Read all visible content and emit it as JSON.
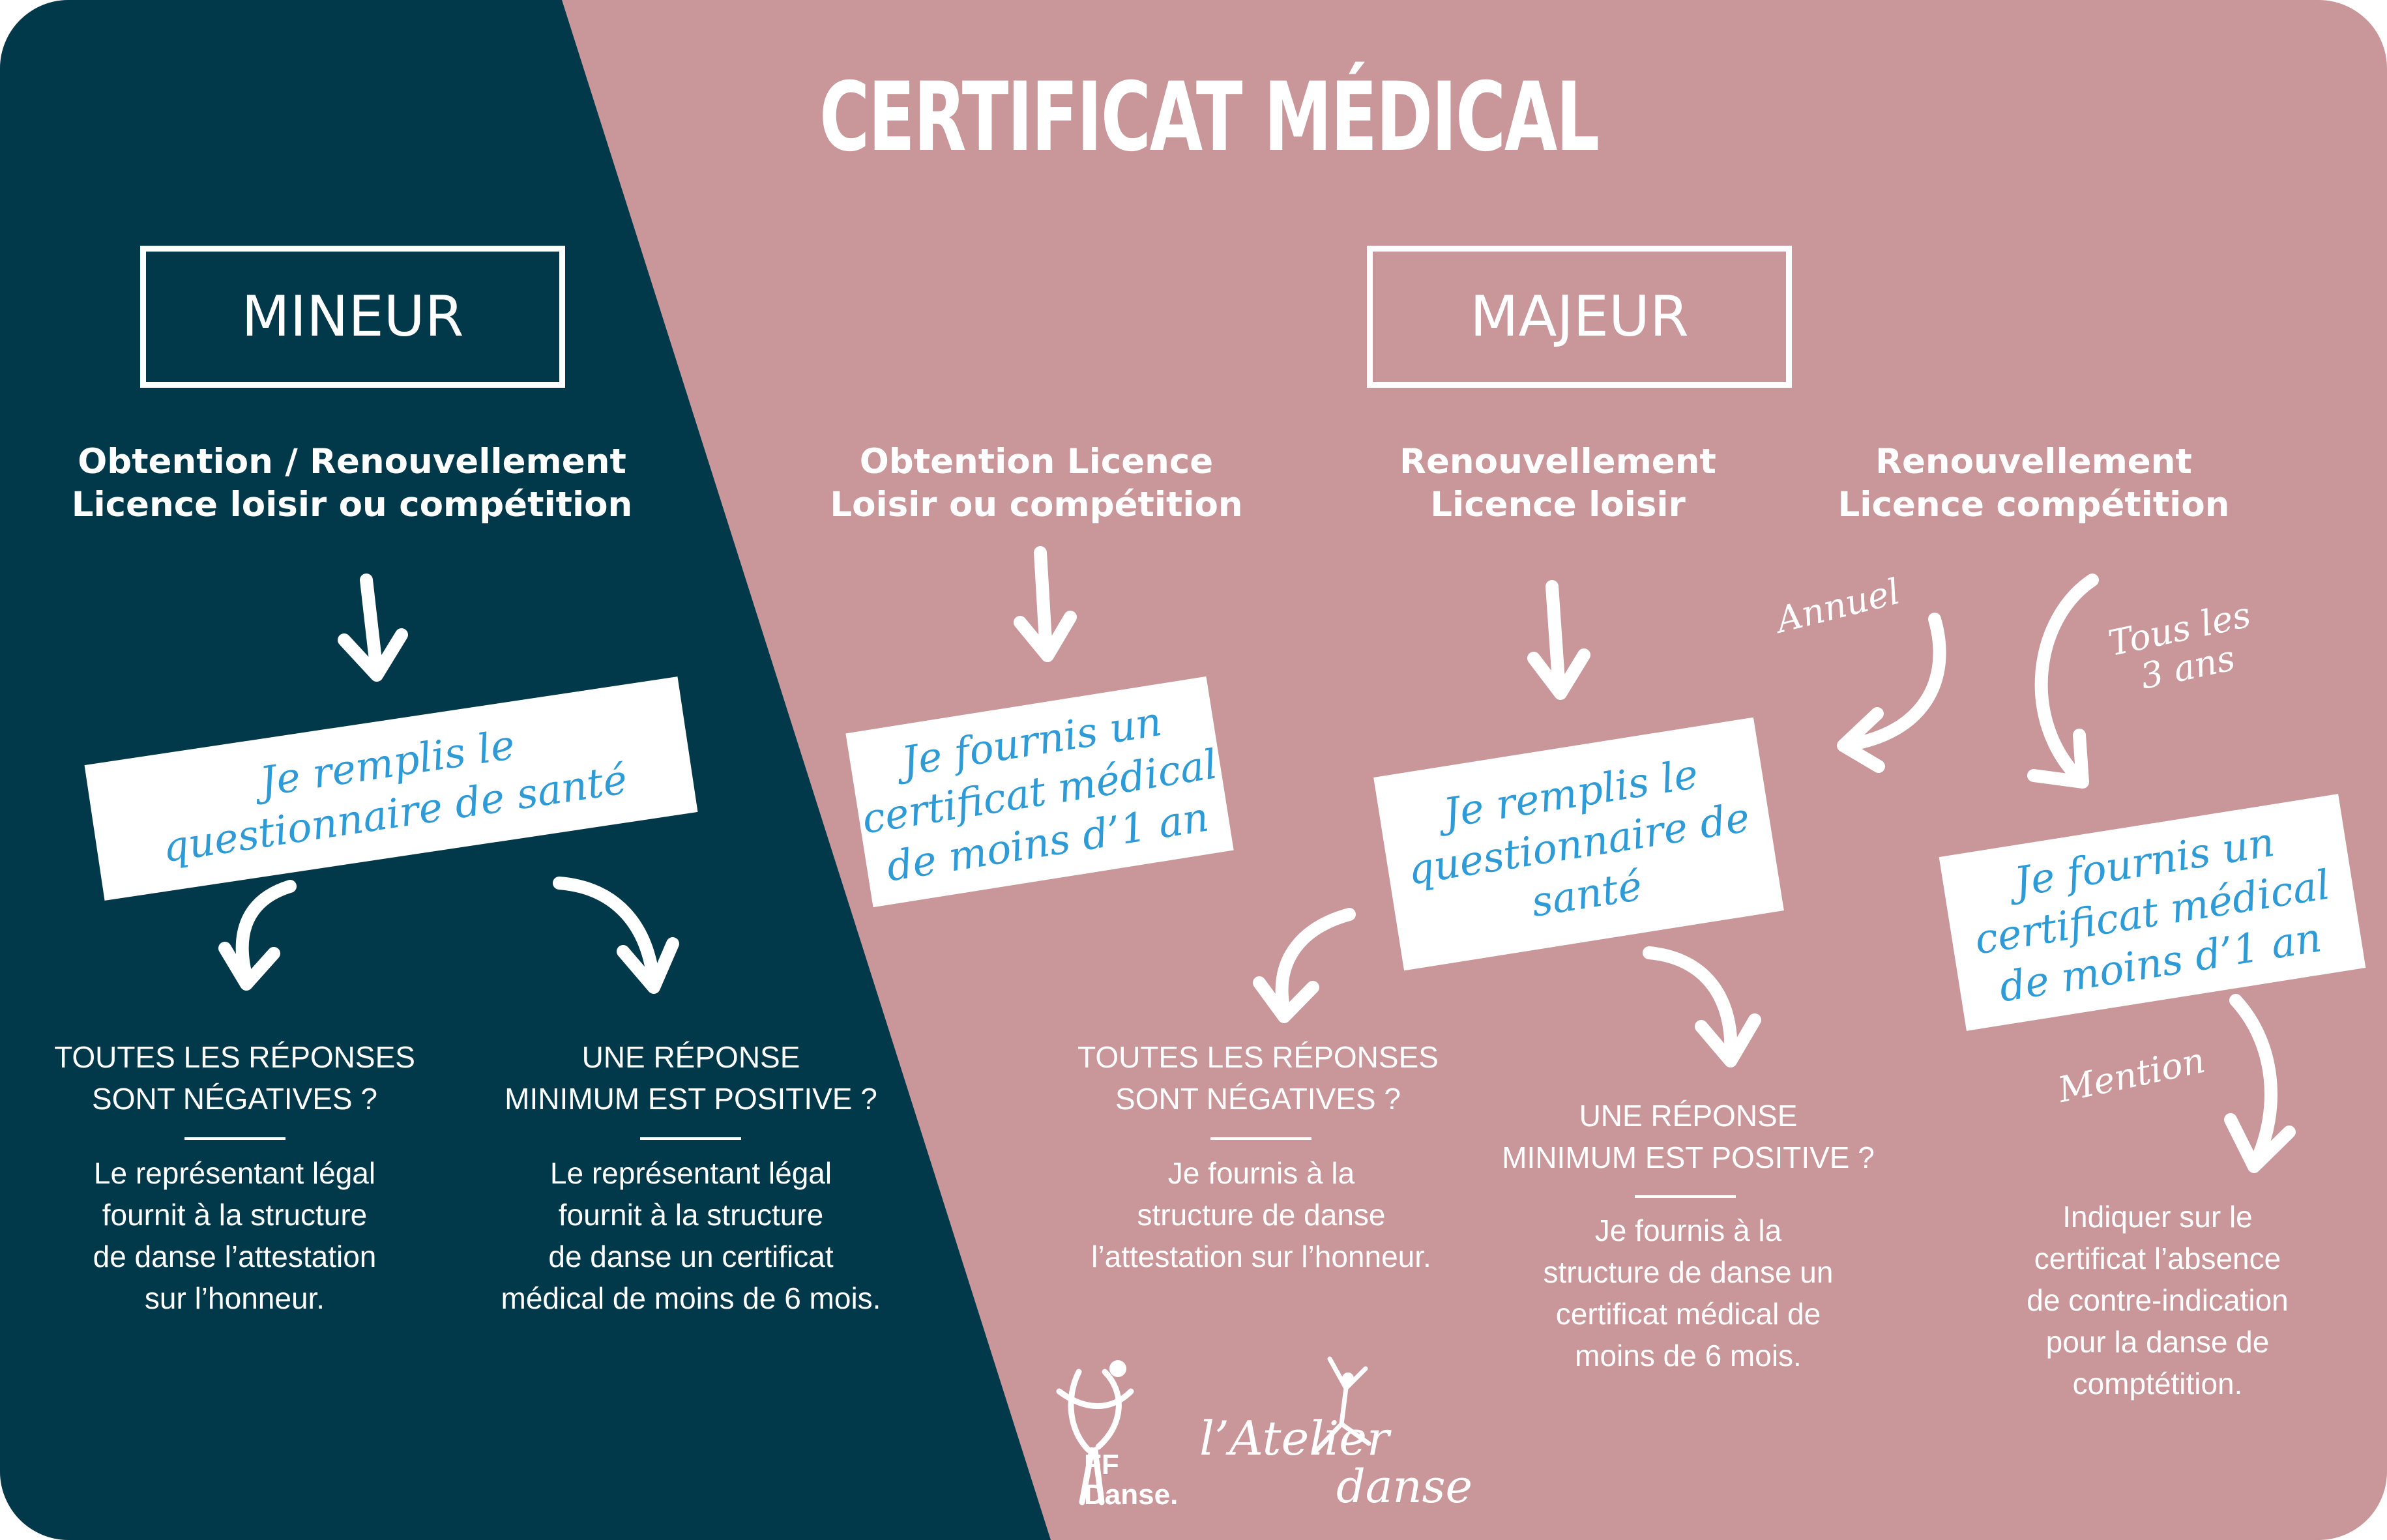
{
  "title": "CERTIFICAT MÉDICAL",
  "colors": {
    "navy": "#02394a",
    "pink": "#c9979a",
    "white": "#ffffff",
    "script_blue": "#2e9bd6"
  },
  "mineur": {
    "header": "MINEUR",
    "heading": [
      "Obtention / Renouvellement",
      "Licence loisir ou compétition"
    ],
    "card": "Je remplis le\nquestionnaire de santé",
    "branches": [
      {
        "question": [
          "TOUTES LES RÉPONSES",
          "SONT NÉGATIVES ?"
        ],
        "answer": [
          "Le représentant légal",
          "fournit à la structure",
          "de danse l’attestation",
          "sur l’honneur."
        ]
      },
      {
        "question": [
          "UNE RÉPONSE",
          "MINIMUM EST POSITIVE ?"
        ],
        "answer": [
          "Le représentant légal",
          "fournit à la structure",
          "de danse un certificat",
          "médical de moins de 6 mois."
        ]
      }
    ]
  },
  "majeur": {
    "header": "MAJEUR",
    "columns": [
      {
        "heading": [
          "Obtention Licence",
          "Loisir ou compétition"
        ],
        "card": "Je fournis un\ncertificat médical\nde moins d’1 an"
      },
      {
        "heading": [
          "Renouvellement",
          "Licence loisir"
        ],
        "card": "Je remplis le\nquestionnaire de\nsanté"
      },
      {
        "heading": [
          "Renouvellement",
          "Licence compétition"
        ],
        "card": "Je fournis un\ncertificat médical\nde moins d’1 an"
      }
    ],
    "branches": [
      {
        "question": [
          "TOUTES LES RÉPONSES",
          "SONT NÉGATIVES ?"
        ],
        "answer": [
          "Je fournis à la",
          "structure de danse",
          "l’attestation sur l’honneur."
        ]
      },
      {
        "question": [
          "UNE RÉPONSE",
          "MINIMUM EST POSITIVE ?"
        ],
        "answer": [
          "Je fournis à la",
          "structure de danse un",
          "certificat médical de",
          "moins de 6 mois."
        ]
      }
    ],
    "notes": {
      "annuel": "Annuel",
      "tous_les": "Tous les\n3 ans",
      "mention": "Mention"
    },
    "mention_text": [
      "Indiquer sur le",
      "certificat l’absence",
      "de contre-indication",
      "pour la danse de",
      "comptétition."
    ]
  },
  "logos": {
    "ffdanse": [
      "FF",
      "Danse."
    ],
    "atelier": {
      "prefix": "l’Atelier",
      "suffix": "danse"
    }
  }
}
